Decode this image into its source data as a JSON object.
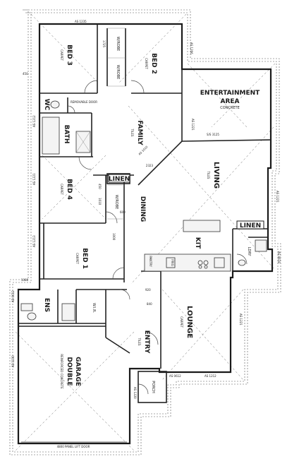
{
  "rooms": {
    "bed3": "BED 3",
    "bed2": "BED 2",
    "bed4": "BED 4",
    "bed1": "BED 1",
    "entertainment_line1": "ENTERTAINMENT",
    "entertainment_line2": "AREA",
    "family": "FAMILY",
    "living": "LIVING",
    "dining": "DINING",
    "linen1": "LINEN",
    "linen2": "LINEN",
    "bath": "BATH",
    "wc": "WC",
    "ens": "ENS",
    "wir": "W.I.R.",
    "lounge": "LOUNGE",
    "entry": "ENTRY",
    "garage_line1": "DOUBLE",
    "garage_line2": "GARAGE",
    "porch": "PORCH",
    "kit": "KIT",
    "ldry": "LDRY",
    "wrobe1": "W/ROBE",
    "wrobe2": "W/ROBE",
    "wrobe3": "W/ROBE"
  },
  "notes": {
    "carpet": "CARPET",
    "tiles": "TILES",
    "concrete": "CONCRETE",
    "reinforced_concrete": "REINFORCED CONCRETE",
    "removable_door": "REMOVABLE DOOR",
    "pantry": "PANTRY",
    "frig": "FRIG",
    "garage_door": "4800 PANEL LIFT DOOR",
    "dim_1725": "1725",
    "dim_2323": "2323",
    "dim_3125": "S/S 3125",
    "dim_450a": "450",
    "dim_450b": "450",
    "dim_1010": "1010",
    "dim_1000": "1000",
    "dim_600": "600",
    "dim_1080": "1080",
    "dim_840": "840",
    "dim_920": "920",
    "as1235": "AS 1235",
    "as1212": "AS 1212",
    "as1221a": "AS 1221",
    "as1221b": "AS 1221",
    "as1221c": "AS 1221",
    "as1221d": "AS 1221",
    "as1206": "AS 1206",
    "as1213": "AS 1213",
    "as0618": "AS 0618",
    "as0612": "AS 0612",
    "as1010": "AS 1010",
    "as1230": "AS 1230",
    "as0612b": "AS 0612",
    "as1212b": "AS 1212",
    "as1220": "AS 1220"
  }
}
